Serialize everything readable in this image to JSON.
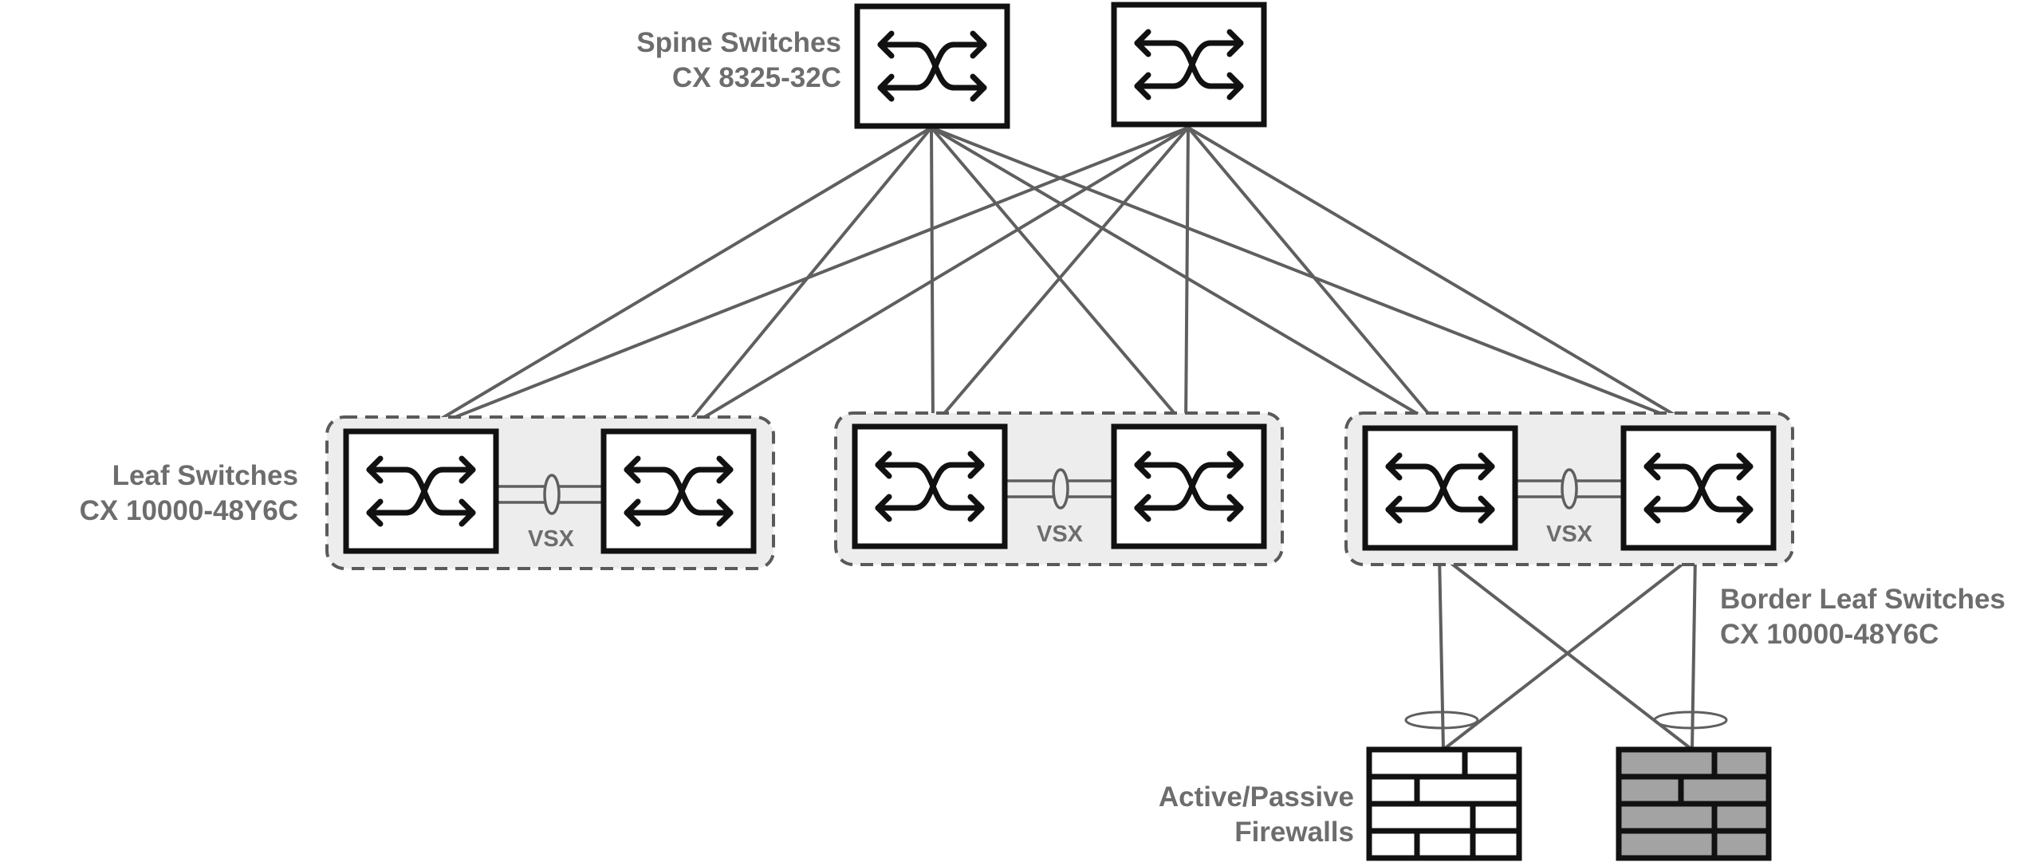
{
  "labels": {
    "spine": {
      "line1": "Spine Switches",
      "line2": "CX 8325-32C"
    },
    "leaf": {
      "line1": "Leaf Switches",
      "line2": "CX 10000-48Y6C"
    },
    "border_leaf": {
      "line1": "Border Leaf Switches",
      "line2": "CX 10000-48Y6C"
    },
    "firewalls": {
      "line1": "Active/Passive",
      "line2": "Firewalls"
    }
  },
  "vsx_pairs": [
    {
      "label": "VSX"
    },
    {
      "label": "VSX"
    },
    {
      "label": "VSX"
    }
  ],
  "colors": {
    "link": "#5f5f5f",
    "device_border": "#111111",
    "group_fill": "#ededed",
    "group_border": "#5a5a5a",
    "label": "#6d6d6d",
    "passive_firewall_fill": "#a3a3a3"
  },
  "icons": {
    "switch": "switch-icon",
    "firewall": "firewall-icon"
  }
}
